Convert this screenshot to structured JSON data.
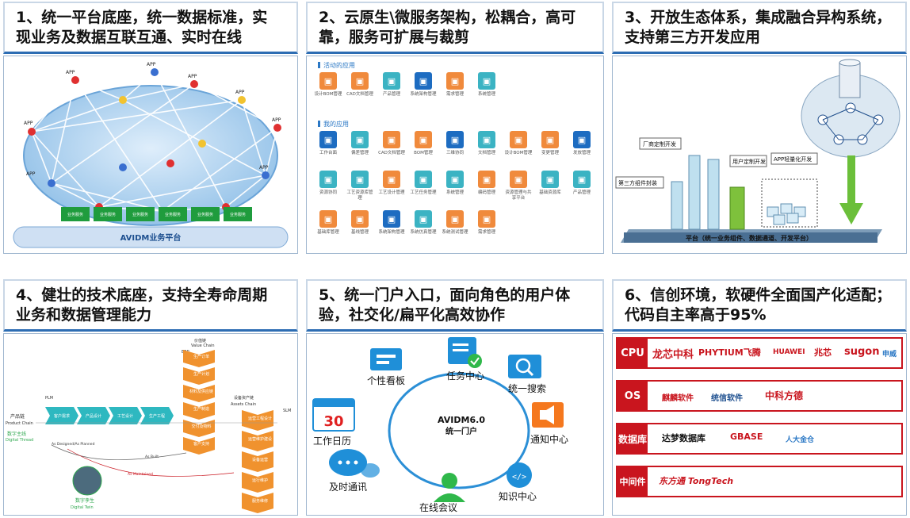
{
  "panels": {
    "p1": {
      "title_l1": "1、统一平台底座，统一数据标准，实",
      "title_l2": "现业务及数据互联互通、实时在线",
      "app_label": "APP",
      "service_label": "业务服务",
      "platform_label": "AVIDM业务平台"
    },
    "p2": {
      "title_l1": "2、云原生\\微服务架构，松耦合，高可",
      "title_l2": "靠，服务可扩展与裁剪",
      "section1": "活动的应用",
      "section2": "我的应用",
      "apps1": [
        "设计BOM管理",
        "CAD文档管理",
        "产品管理",
        "系统架构管理",
        "需求管理",
        "系统管理"
      ],
      "apps2": [
        "工作台面",
        "偏差管理",
        "CAD文档管理",
        "BOM管理",
        "三维协同",
        "文档管理",
        "设计BOM管理",
        "变更管理",
        "发放管理",
        "资源协同",
        "工艺资源库管理",
        "工艺设计管理",
        "工艺任务管理",
        "系统管理",
        "编码管理",
        "资源管理与共享平台",
        "基础资源库",
        "产品管理",
        "基础库管理",
        "基线管理",
        "系统架构管理",
        "系统仿真管理",
        "系统测试管理",
        "需求管理"
      ]
    },
    "p3": {
      "title_l1": "3、开放生态体系，集成融合异构系统，",
      "title_l2": "支持第三方开发应用",
      "label_vendor": "厂商定制开发",
      "label_user": "用户定制开发",
      "label_app": "APP轻量化开发",
      "label_third": "第三方组件封装",
      "base": "平台（统一业务组件、数据通道、开发平台）"
    },
    "p4": {
      "title_l1": "4、健壮的技术底座，支持全寿命周期",
      "title_l2": "业务和数据管理能力",
      "value_chain": "价值链",
      "value_chain_en": "Value Chain",
      "erp": "ERP",
      "product_chain": "产品链",
      "product_chain_en": "Product Chain",
      "plm": "PLM",
      "digital_thread": "数字主线",
      "digital_thread_en": "Digital Thread",
      "assets_chain": "设备资产链",
      "assets_chain_en": "Assets Chain",
      "slm": "SLM",
      "digital_twin": "数字孪生",
      "digital_twin_en": "Digital Twin",
      "product_steps": [
        "客户需求",
        "产品设计",
        "工艺设计",
        "生产工程"
      ],
      "value_steps": [
        "生产订单",
        "生产计划",
        "材料及供应链",
        "生产制造",
        "交付及物料",
        "客户支持"
      ],
      "assets_steps": [
        "运营工程设计",
        "运营维护建设",
        "设备运营",
        "运行维护",
        "服务维修"
      ],
      "as_designed": "As Designed/As Planned",
      "as_built": "As Built",
      "as_maintained": "As Maintained"
    },
    "p5": {
      "title_l1": "5、统一门户入口，面向角色的用户体",
      "title_l2": "验，社交化/扁平化高效协作",
      "center_l1": "AVIDM6.0",
      "center_l2": "统一门户",
      "kanban": "个性看板",
      "tasks": "任务中心",
      "search": "统一搜索",
      "calendar": "工作日历",
      "calendar_num": "30",
      "notify": "通知中心",
      "im": "及时通讯",
      "meeting": "在线会议",
      "knowledge": "知识中心"
    },
    "p6": {
      "title_l1": "6、信创环境，软硬件全面国产化适配；",
      "title_l2": "代码自主率高于95%",
      "tag_cpu": "CPU",
      "tag_os": "OS",
      "tag_db": "数据库",
      "tag_mw": "中间件",
      "cpu_logos": [
        "龙芯中科",
        "PHYTIUM飞腾",
        "HUAWEI",
        "兆芯",
        "sugon",
        "申威"
      ],
      "os_logos": [
        "麒麟软件",
        "统信软件",
        "中科方德"
      ],
      "db_logos": [
        "达梦数据库",
        "GBASE",
        "人大金仓"
      ],
      "mw_logos": [
        "东方通 TongTech"
      ]
    }
  },
  "colors": {
    "accent": "#2d6db3",
    "red": "#c9151e",
    "orange": "#f08a3c",
    "teal": "#3bb3c3",
    "blue": "#1d6cc1",
    "green": "#2fa84f"
  }
}
